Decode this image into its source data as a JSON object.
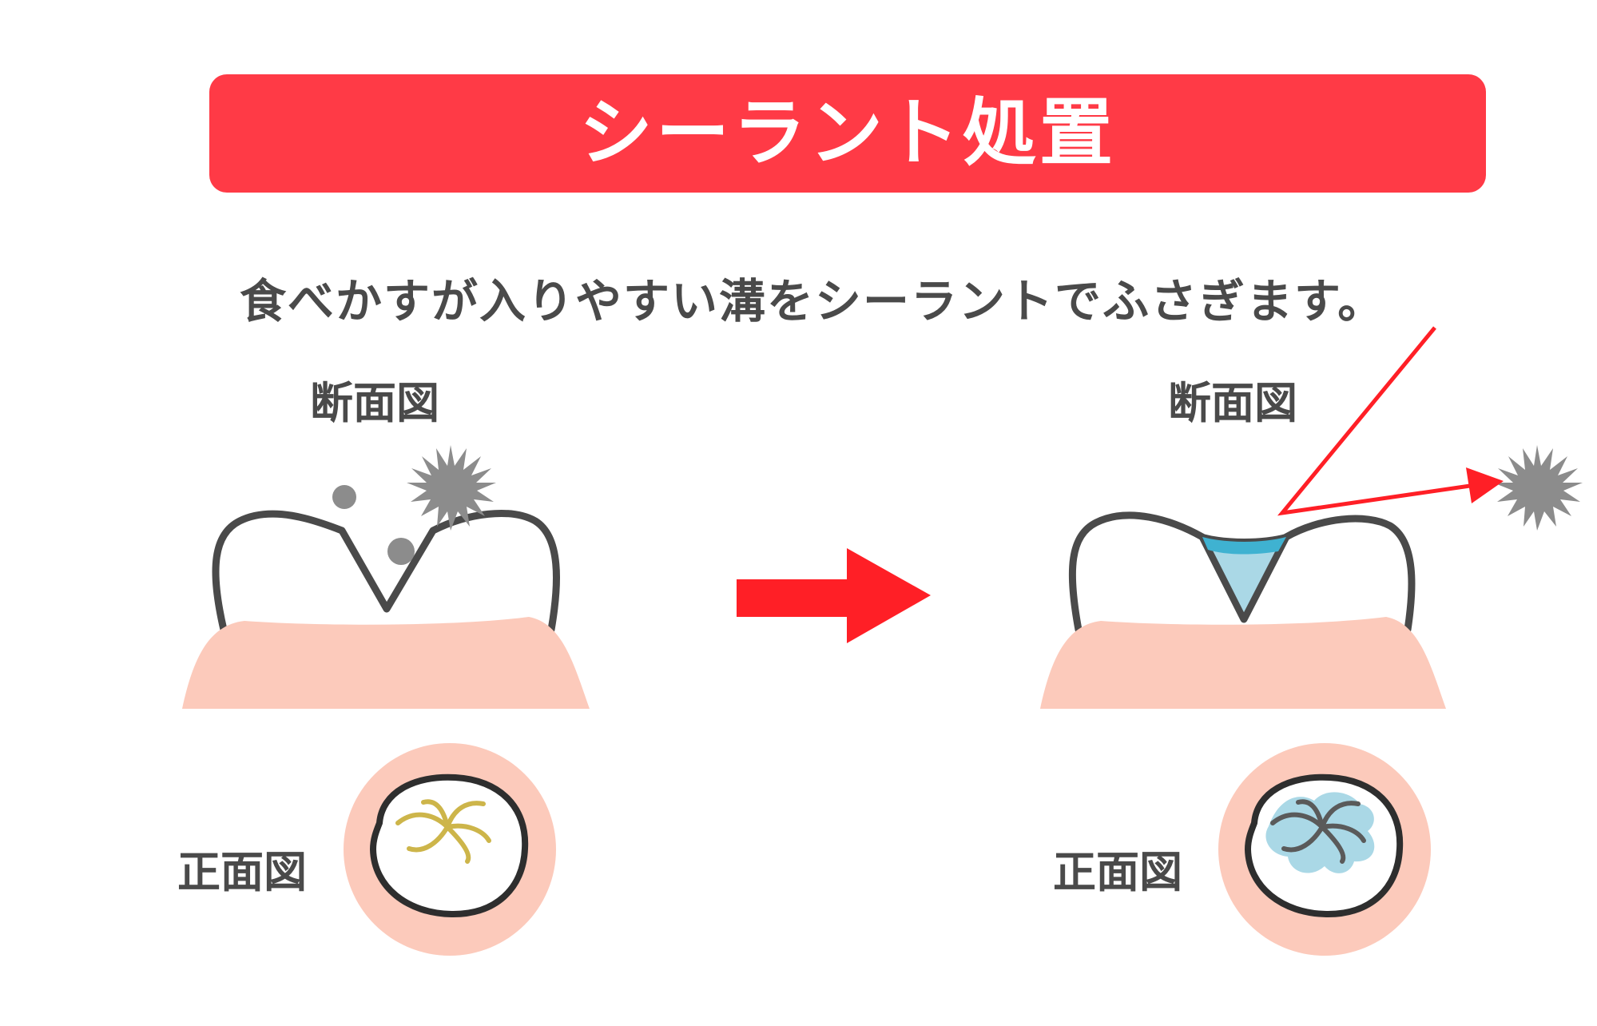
{
  "title": "シーラント処置",
  "subtitle": "食べかすが入りやすい溝をシーラントでふさぎます。",
  "labels": {
    "cross_section_before": "断面図",
    "cross_section_after": "断面図",
    "front_view_before": "正面図",
    "front_view_after": "正面図"
  },
  "colors": {
    "banner": "#ff3a46",
    "arrow": "#ff1f26",
    "gum": "#fccabb",
    "tooth_outline": "#4a4a4a",
    "sealant": "#aad8e6",
    "groove_yellow": "#cdb54a",
    "debris": "#8c8c8c"
  },
  "icons": {
    "process_arrow": "right-arrow-icon",
    "bacteria": "starburst-icon",
    "debris": "dot-icon"
  }
}
